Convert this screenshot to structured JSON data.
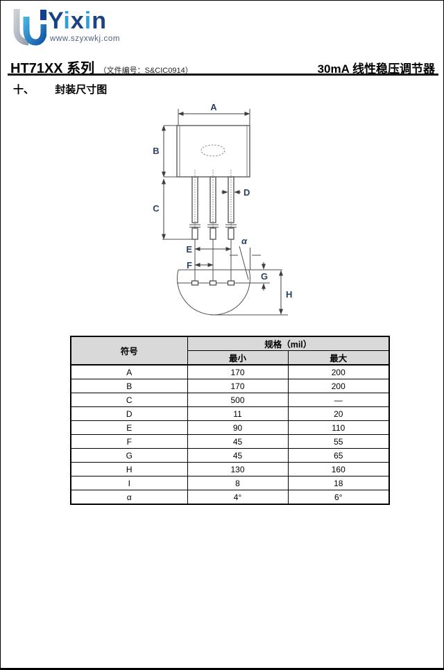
{
  "logo": {
    "letters": [
      {
        "ch": "Y",
        "color": "#1a4384"
      },
      {
        "ch": "i",
        "color": "#2d9fd8"
      },
      {
        "ch": "x",
        "color": "#1a4384"
      },
      {
        "ch": "i",
        "color": "#2d9fd8"
      },
      {
        "ch": "n",
        "color": "#1a4384"
      }
    ],
    "website": "www.szyxwkj.com"
  },
  "header": {
    "product": "HT71XX 系列",
    "doc_no": "（文件编号：S&CIC0914）",
    "subtitle": "30mA 线性稳压调节器"
  },
  "section": {
    "index": "十、",
    "title": "封装尺寸图"
  },
  "diagram": {
    "labels": {
      "a": "A",
      "b": "B",
      "c": "C",
      "d": "D",
      "e": "E",
      "f": "F",
      "g": "G",
      "h": "H",
      "alpha": "α"
    }
  },
  "table": {
    "symbol_header": "符号",
    "spec_header": "规格（mil）",
    "min_header": "最小",
    "max_header": "最大",
    "rows": [
      {
        "symbol": "A",
        "min": "170",
        "max": "200"
      },
      {
        "symbol": "B",
        "min": "170",
        "max": "200"
      },
      {
        "symbol": "C",
        "min": "500",
        "max": "—"
      },
      {
        "symbol": "D",
        "min": "11",
        "max": "20"
      },
      {
        "symbol": "E",
        "min": "90",
        "max": "110"
      },
      {
        "symbol": "F",
        "min": "45",
        "max": "55"
      },
      {
        "symbol": "G",
        "min": "45",
        "max": "65"
      },
      {
        "symbol": "H",
        "min": "130",
        "max": "160"
      },
      {
        "symbol": "I",
        "min": "8",
        "max": "18"
      },
      {
        "symbol": "α",
        "min": "4°",
        "max": "6°"
      }
    ]
  }
}
